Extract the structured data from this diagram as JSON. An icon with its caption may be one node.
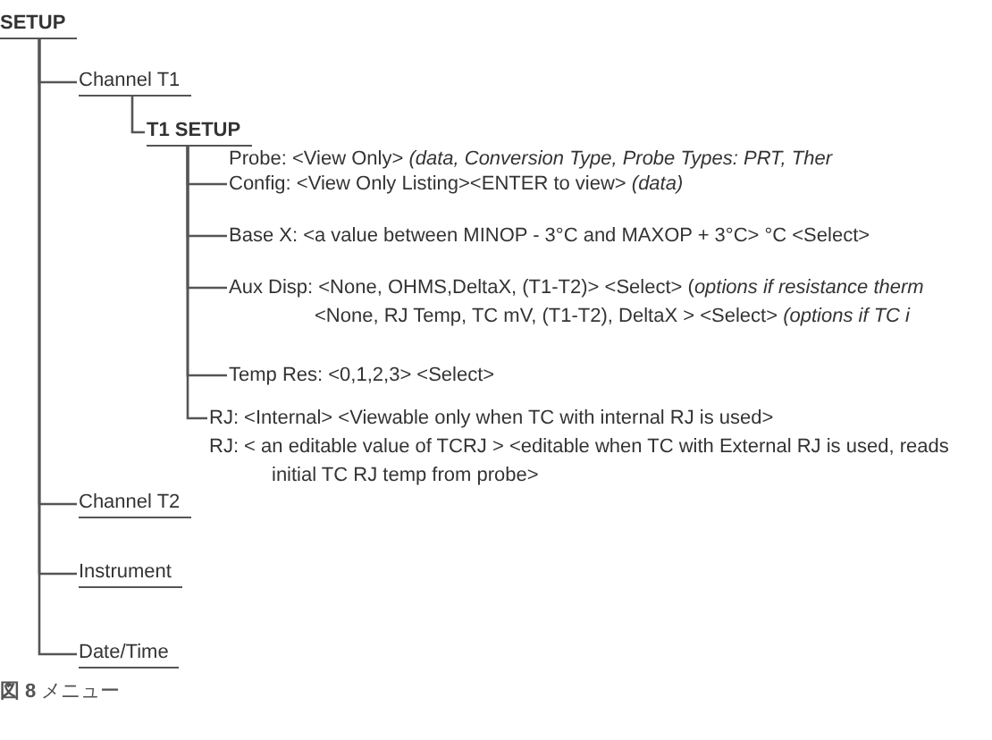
{
  "diagram": {
    "caption": "**図 8** メニュー",
    "nodes": [
      {
        "text": [
          "SETUP"
        ]
      },
      {
        "text": [
          "Channel T1"
        ]
      },
      {
        "text": [
          "T1 SETUP"
        ]
      },
      {
        "text": [
          "Probe: <View Only> *(data, Conversion Type, Probe Types: PRT, Ther*"
        ]
      },
      {
        "text": [
          "Config: <View Only Listing><ENTER to view> *(data)*"
        ]
      },
      {
        "text": [
          "Base X: <a value between MINOP - 3°C and MAXOP + 3°C> °C <Select>"
        ]
      },
      {
        "text": [
          "Aux Disp: <None, OHMS,DeltaX, (T1-T2)> <Select> (*options if resistance therm*",
          "<None, RJ Temp, TC mV, (T1-T2), DeltaX > <Select> *(options if TC i*"
        ]
      },
      {
        "text": [
          "Temp Res: <0,1,2,3> <Select>"
        ]
      },
      {
        "text": [
          "RJ: <Internal> <Viewable only when TC with internal RJ is used>",
          "RJ: < an editable value of TCRJ > <editable when TC with External RJ is used, reads initial TC RJ temp from probe>"
        ]
      },
      {
        "text": [
          "Channel T2"
        ]
      },
      {
        "text": [
          "Instrument"
        ]
      },
      {
        "text": [
          "Date/Time"
        ]
      }
    ],
    "edges": [
      {
        "from": 0,
        "to": 1,
        "arrow": "none"
      },
      {
        "from": 1,
        "to": 2,
        "arrow": "none"
      },
      {
        "from": 2,
        "to": 4,
        "arrow": "none"
      },
      {
        "from": 2,
        "to": 5,
        "arrow": "none"
      },
      {
        "from": 2,
        "to": 6,
        "arrow": "none"
      },
      {
        "from": 2,
        "to": 7,
        "arrow": "none"
      },
      {
        "from": 2,
        "to": 8,
        "arrow": "none"
      },
      {
        "from": 0,
        "to": 9,
        "arrow": "none"
      },
      {
        "from": 0,
        "to": 10,
        "arrow": "none"
      },
      {
        "from": 0,
        "to": 11,
        "arrow": "none"
      }
    ]
  }
}
